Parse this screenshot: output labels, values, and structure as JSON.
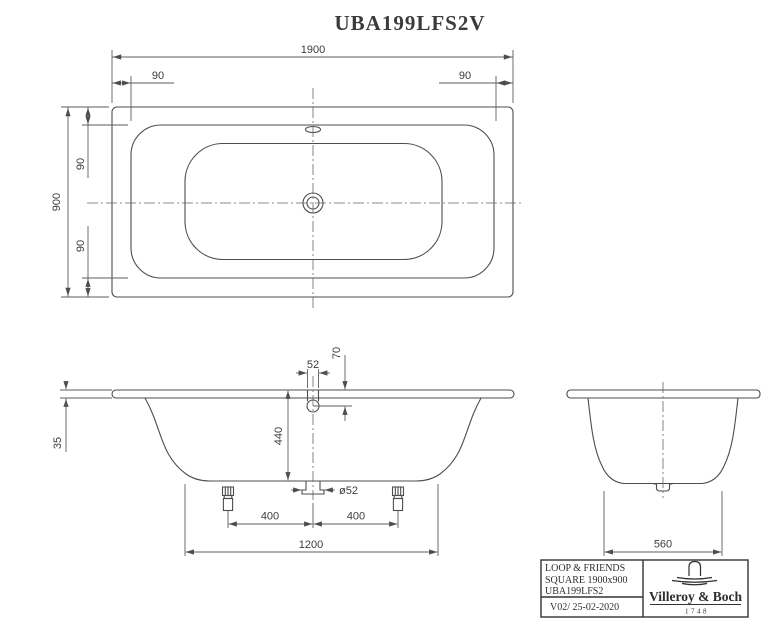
{
  "title": "UBA199LFS2V",
  "dims": {
    "plan": {
      "overall_width": "1900",
      "overall_depth": "900",
      "rim_top_left": "90",
      "rim_top_right": "90",
      "rim_side_top": "90",
      "rim_side_bottom": "90"
    },
    "side": {
      "overflow_width": "52",
      "overflow_offset": "70",
      "inner_depth": "440",
      "rim_thickness": "35",
      "drain_diameter": "ø52",
      "foot_left": "400",
      "foot_right": "400",
      "base_length": "1200"
    },
    "end": {
      "base_width": "560"
    }
  },
  "title_block": {
    "series": "LOOP & FRIENDS",
    "model": "SQUARE 1900x900",
    "article": "UBA199LFS2",
    "revision": "V02/ 25-02-2020",
    "brand": "Villeroy & Boch",
    "brand_year": "1748"
  },
  "colors": {
    "line": "#4d4d4d",
    "dimension": "#5e5e5e",
    "text": "#3c3c3c",
    "background": "#ffffff"
  }
}
